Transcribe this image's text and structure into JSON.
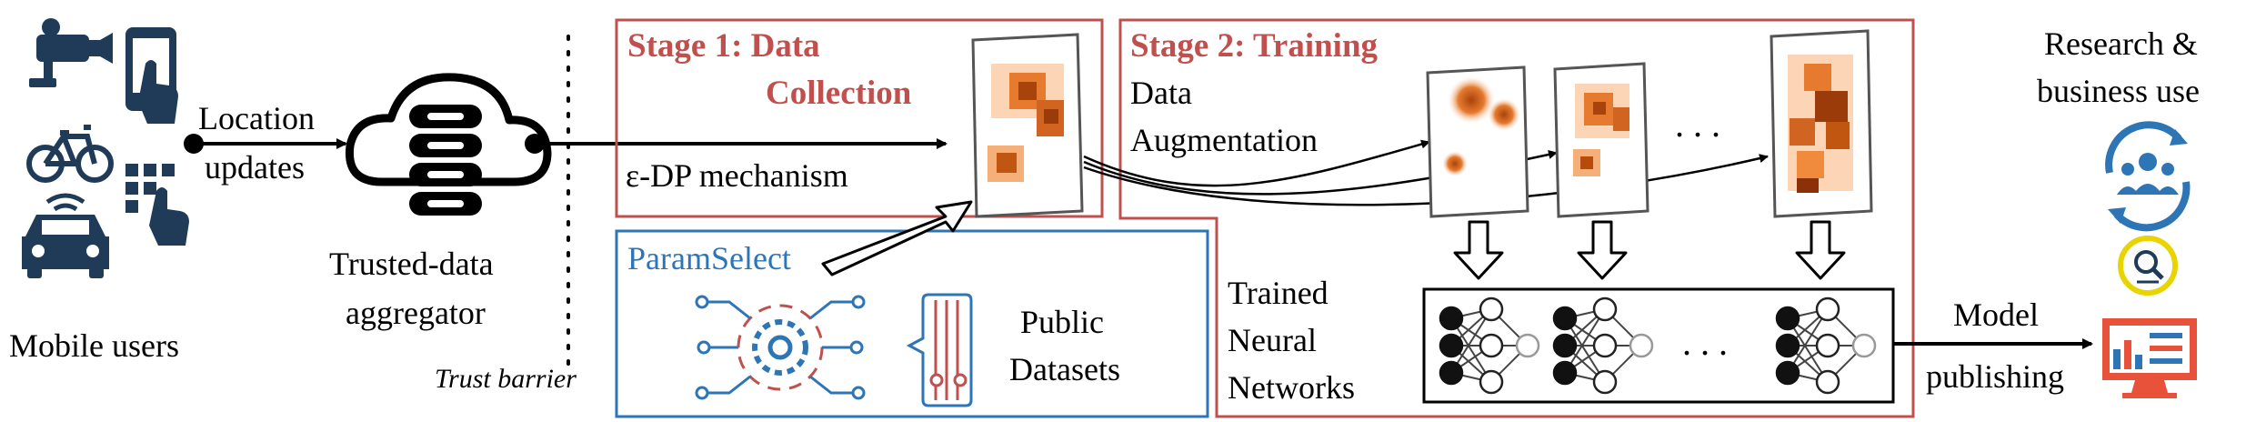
{
  "users": {
    "label": "Mobile users",
    "icons": [
      "cctv-camera-icon",
      "smartphone-tap-icon",
      "bicycle-icon",
      "keypad-touch-icon",
      "car-icon"
    ]
  },
  "location_updates": [
    "Location",
    "updates"
  ],
  "aggregator": {
    "label_line1": "Trusted-data",
    "label_line2": "aggregator",
    "icon": "cloud-server-icon"
  },
  "trust_barrier": "Trust barrier",
  "stage1": {
    "title_line1": "Stage 1: Data",
    "title_line2": "Collection",
    "mechanism": "ε-DP mechanism"
  },
  "param_select": {
    "title": "ParamSelect",
    "public_line1": "Public",
    "public_line2": "Datasets",
    "icons": [
      "gear-network-icon",
      "database-icon"
    ]
  },
  "stage2": {
    "title": "Stage 2: Training",
    "aug_line1": "Data",
    "aug_line2": "Augmentation",
    "ellipsis": ". . ."
  },
  "trained": [
    "Trained",
    "Neural",
    "Networks"
  ],
  "nn_ellipsis": ". . .",
  "model_publishing": [
    "Model",
    "publishing"
  ],
  "research": {
    "line1": "Research &",
    "line2": "business use",
    "icons": [
      "team-sync-icon",
      "magnifier-badge-icon",
      "dashboard-monitor-icon"
    ]
  },
  "colors": {
    "stage_border": "#c0504d",
    "stage_title": "#c0504d",
    "param_border": "#2e75b6",
    "param_title": "#2e75b6",
    "icon_dark": "#1f3b57",
    "heat_light": "#fbe3cc",
    "heat_mid": "#f08a3c",
    "heat_dark": "#9c3b0a"
  }
}
